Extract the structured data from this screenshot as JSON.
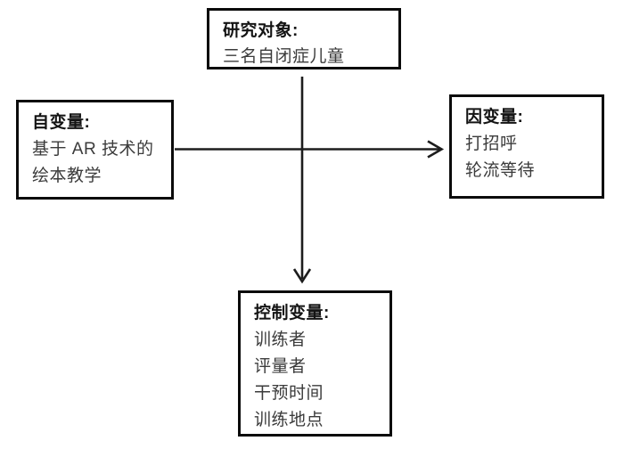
{
  "theme": {
    "bg": "#ffffff",
    "ink": "#1d1d1d",
    "border": "#0b0b0b",
    "title_color": "#141414",
    "text_color": "#3b3b3b"
  },
  "diagram": {
    "boxes": {
      "subject": {
        "title": "研究对象:",
        "lines": [
          "三名自闭症儿童"
        ]
      },
      "independent": {
        "title": "自变量:",
        "lines": [
          "基于 AR 技术的",
          "绘本教学"
        ]
      },
      "dependent": {
        "title": "因变量:",
        "lines": [
          "打招呼",
          "轮流等待"
        ]
      },
      "control": {
        "title": "控制变量:",
        "lines": [
          "训练者",
          "评量者",
          "干预时间",
          "训练地点"
        ]
      }
    },
    "arrows": [
      {
        "name": "independent-to-dependent",
        "direction": "right"
      },
      {
        "name": "subject-to-control",
        "direction": "down"
      }
    ]
  }
}
